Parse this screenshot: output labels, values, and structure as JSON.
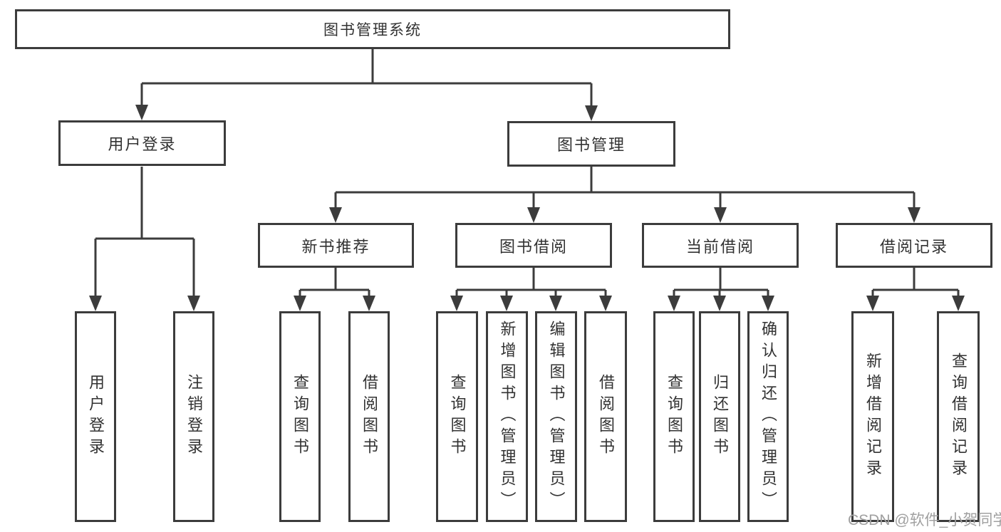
{
  "diagram": {
    "root": {
      "label": "图书管理系统"
    },
    "branches": [
      {
        "label": "用户登录",
        "children": [
          {
            "label": "用户登录"
          },
          {
            "label": "注销登录"
          }
        ]
      },
      {
        "label": "图书管理",
        "children": [
          {
            "label": "新书推荐",
            "children": [
              {
                "label": "查询图书"
              },
              {
                "label": "借阅图书"
              }
            ]
          },
          {
            "label": "图书借阅",
            "children": [
              {
                "label": "查询图书"
              },
              {
                "label": "新增图书（管理员）"
              },
              {
                "label": "编辑图书（管理员）"
              },
              {
                "label": "借阅图书"
              }
            ]
          },
          {
            "label": "当前借阅",
            "children": [
              {
                "label": "查询图书"
              },
              {
                "label": "归还图书"
              },
              {
                "label": "确认归还（管理员）"
              }
            ]
          },
          {
            "label": "借阅记录",
            "children": [
              {
                "label": "新增借阅记录"
              },
              {
                "label": "查询借阅记录"
              }
            ]
          }
        ]
      }
    ]
  },
  "watermark": {
    "text": "CSDN @软件_小贺同学"
  },
  "colors": {
    "line": "#3c3c3c",
    "text": "#323232",
    "watermark": "#a0a0a0",
    "bg": "#ffffff"
  }
}
